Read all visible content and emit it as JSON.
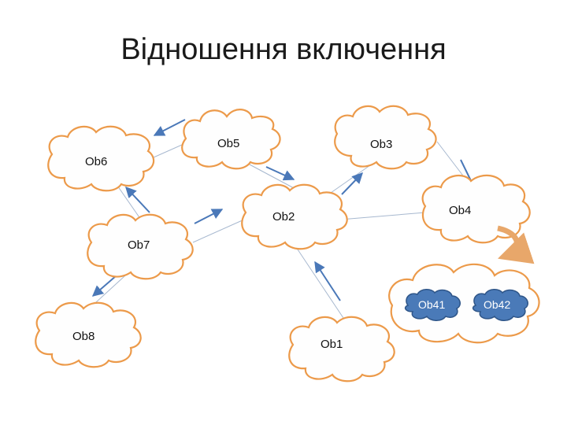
{
  "title": "Відношення включення",
  "nodes": {
    "ob1": "Ob1",
    "ob2": "Ob2",
    "ob3": "Ob3",
    "ob4": "Ob4",
    "ob5": "Ob5",
    "ob6": "Ob6",
    "ob7": "Ob7",
    "ob8": "Ob8",
    "ob41": "Ob41",
    "ob42": "Ob42"
  },
  "colors": {
    "cloud_stroke": "#ec9a4a",
    "arrow": "#4a78b8",
    "link": "#a7b8cf",
    "inner_cloud": "#4a7ab8",
    "curved_arrow": "#e8a76a"
  }
}
